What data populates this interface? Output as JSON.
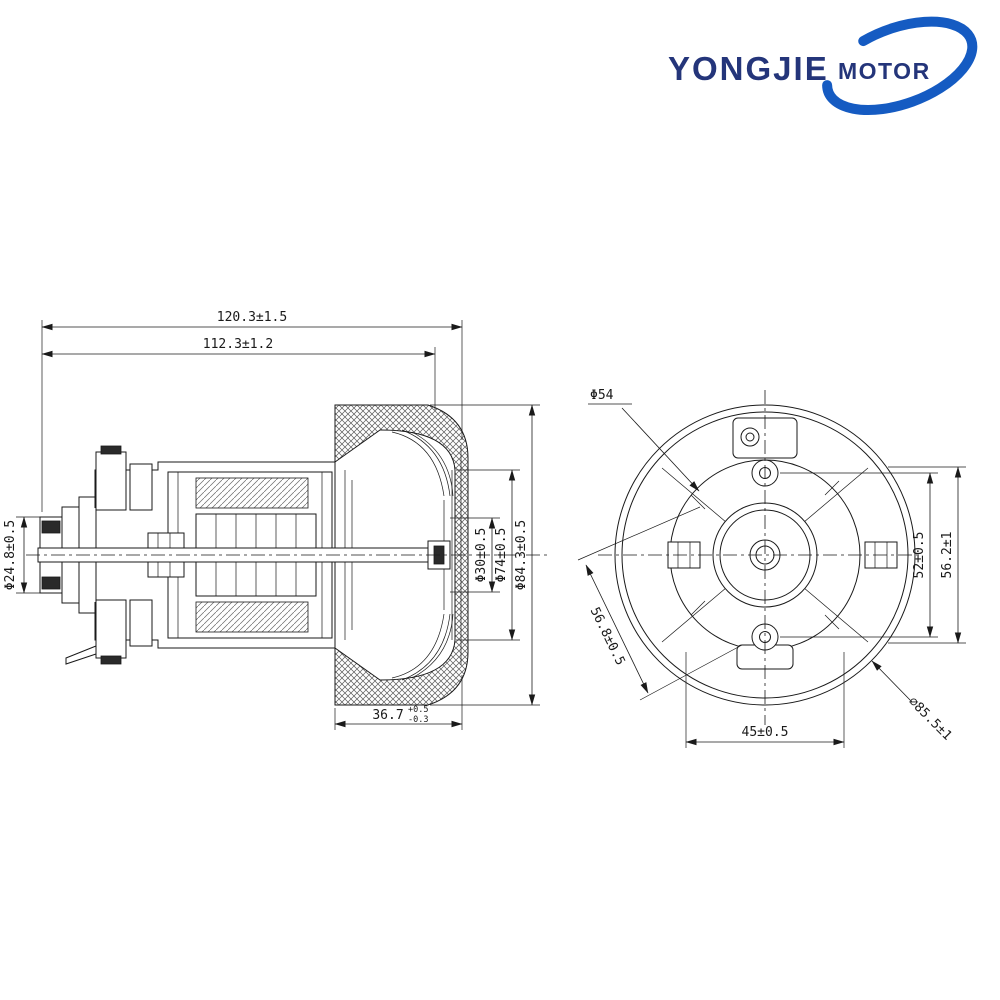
{
  "logo": {
    "brand": "YONGJIE",
    "word": "MOTOR",
    "text_color": "#24357a",
    "swoosh_color": "#155bc2"
  },
  "side_view": {
    "dims": {
      "overall_length": "120.3±1.5",
      "length_112": "112.3±1.2",
      "dia_24_8": "Φ24.8±0.5",
      "dia_30": "Φ30±0.5",
      "dia_74": "Φ74±0.5",
      "dia_84_3": "Φ84.3±0.5",
      "depth_36_7": {
        "value": "36.7",
        "tol_plus": "+0.5",
        "tol_minus": "-0.3"
      }
    }
  },
  "front_view": {
    "dims": {
      "dia_54": "Φ54",
      "height_52": "52±0.5",
      "height_56_2": "56.2±1",
      "diag_56_8": "56.8±0.5",
      "dia_85_5": "⌀85.5±1",
      "width_45": "45±0.5"
    }
  }
}
